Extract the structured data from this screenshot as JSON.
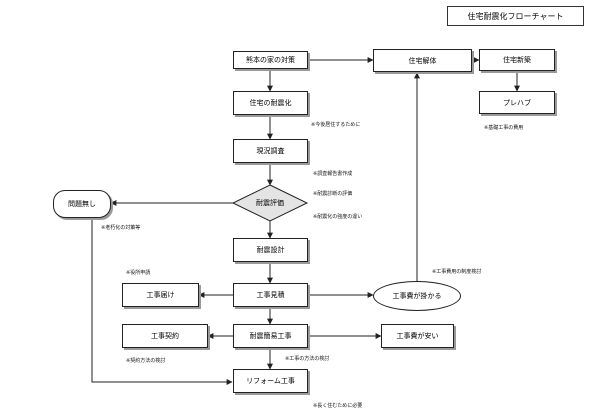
{
  "title": "住宅耐震化フローチャート",
  "nodes": {
    "kumamoto": "熊本の家の対策",
    "jutaku_kaitai": "住宅解体",
    "jutaku_shinchiku": "住宅新築",
    "prefab": "プレハブ",
    "taishinka": "住宅の耐震化",
    "genkyo": "現況調査",
    "taishin_hyoka": "耐震評価",
    "mondai_nashi": "問題無し",
    "taishin_sekkei": "耐震設計",
    "koji_todoke": "工事届け",
    "koji_mitsumori": "工事見積",
    "kojihi_kakaru": "工事費が掛かる",
    "koji_keiyaku": "工事契約",
    "taishin_kani_koji": "耐震簡易工事",
    "kojihi_yasui": "工事費が安い",
    "reform": "リフォーム工事"
  },
  "notes": {
    "kongo": "※今後居住するために",
    "kiso": "※基礎工事の費用",
    "chosa_hokoku": "※調査報告書作成",
    "taishin_shindan": "※耐震診断の評価",
    "kyodo": "※耐震化の強度の違い",
    "roukyuka": "※老朽化の対策等",
    "yakusho": "※役所申請",
    "kojihiyo_hikaku": "※工事費用の制度検討",
    "keiyaku_hoho": "※契約方法の検討",
    "koji_hoho": "※工事の方法の検討",
    "nagaku": "※長く住むために必要"
  }
}
